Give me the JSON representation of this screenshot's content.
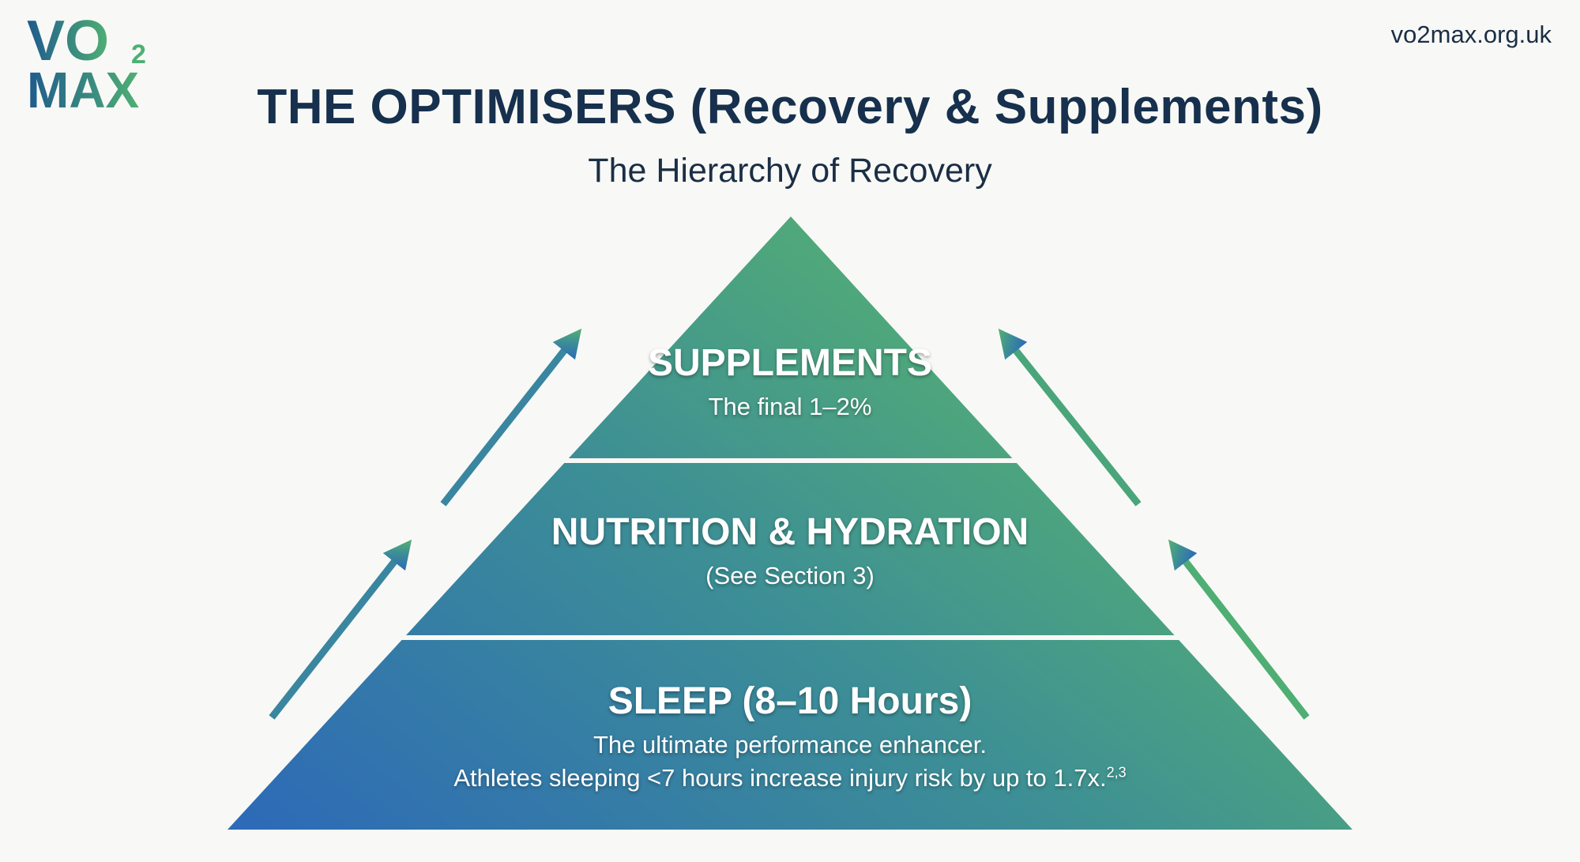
{
  "logo": {
    "line1": "VO",
    "sub": "2",
    "line2": "MAX"
  },
  "url": "vo2max.org.uk",
  "title": "THE OPTIMISERS (Recovery & Supplements)",
  "subtitle": "The Hierarchy of Recovery",
  "tiers": [
    {
      "heading": "SUPPLEMENTS",
      "lines": [
        "The final 1–2%"
      ]
    },
    {
      "heading": "NUTRITION & HYDRATION",
      "lines": [
        "(See Section 3)"
      ]
    },
    {
      "heading": "SLEEP (8–10 Hours)",
      "lines": [
        "The ultimate performance enhancer.",
        "Athletes sleeping <7 hours increase injury risk by up to 1.7x."
      ],
      "citation": "2,3"
    }
  ],
  "colors": {
    "blue": "#2d6cb5",
    "green": "#5bb56a",
    "navy": "#16304d"
  }
}
